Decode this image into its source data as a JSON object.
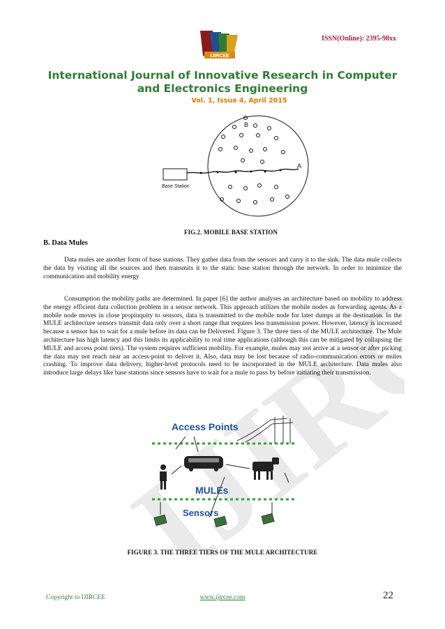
{
  "header": {
    "issn": "ISSN(Online): 2395-98xx",
    "journal_title_line1": "International Journal of Innovative Research in Computer",
    "journal_title_line2": "and Electronics Engineering",
    "issue": "Vol. 1, Issue 4, April 2015",
    "logo_text": "IJIRCEE"
  },
  "figure2": {
    "node_labels": {
      "a": "A",
      "b": "B"
    },
    "base_station_label": "Base Station",
    "caption": "FIG.2. MOBILE BASE STATION"
  },
  "section": {
    "heading": "B. Data Mules",
    "para1": "Data mules are another form of base stations. They gather data from the sensors and carry it to the sink. The data mule collects the data by visiting all the sources and then transmits it to the static base station through the network. In order to minimize the communication and mobility energy",
    "para2": "Consumption the mobility paths are determined. In paper [6] the author analyses an architecture based on mobility to address the energy efficient data collection problem in a sensor network. This approach utilizes the mobile nodes as forwarding agents. As a mobile node moves in close propinquity to sensors, data is transmitted to the mobile node for later dumps at the destination. In the MULE architecture sensors transmit data only over a short range that requires less transmission power. However, latency is increased because a sensor has to wait for a mule before its data can be Delivered. Figure 3. The three tiers of the MULE architecture. The Mule architecture has high latency and this limits its applicability to real time applications (although this can be mitigated by collapsing the MULE and access point tiers). The system requires sufficient mobility. For example, mules may not arrive at a sensor or after picking the data may not reach near an access-point to deliver it. Also, data may be lost because of radio-communication errors or mules crashing. To improve data delivery, higher-level protocols need to be incorporated in the MULE architecture. Data mules also introduce large delays like base stations since sensors have to wait for a mule to pass by before initiating their transmission."
  },
  "figure3": {
    "tier_access_points": "Access Points",
    "tier_mules": "MULEs",
    "tier_sensors": "Sensors",
    "caption": "FIGURE 3. THE THREE TIERS OF THE MULE ARCHITECTURE"
  },
  "footer": {
    "copyright": "Copyright to IJIRCEE",
    "website": "www.ijircee.com",
    "page_number": "22"
  },
  "colors": {
    "title_green": "#2e7d32",
    "issue_orange": "#e07b00",
    "issn_maroon": "#b0174c",
    "diagram_blue": "#1f4fa0",
    "dash_green": "#2fa32f"
  }
}
